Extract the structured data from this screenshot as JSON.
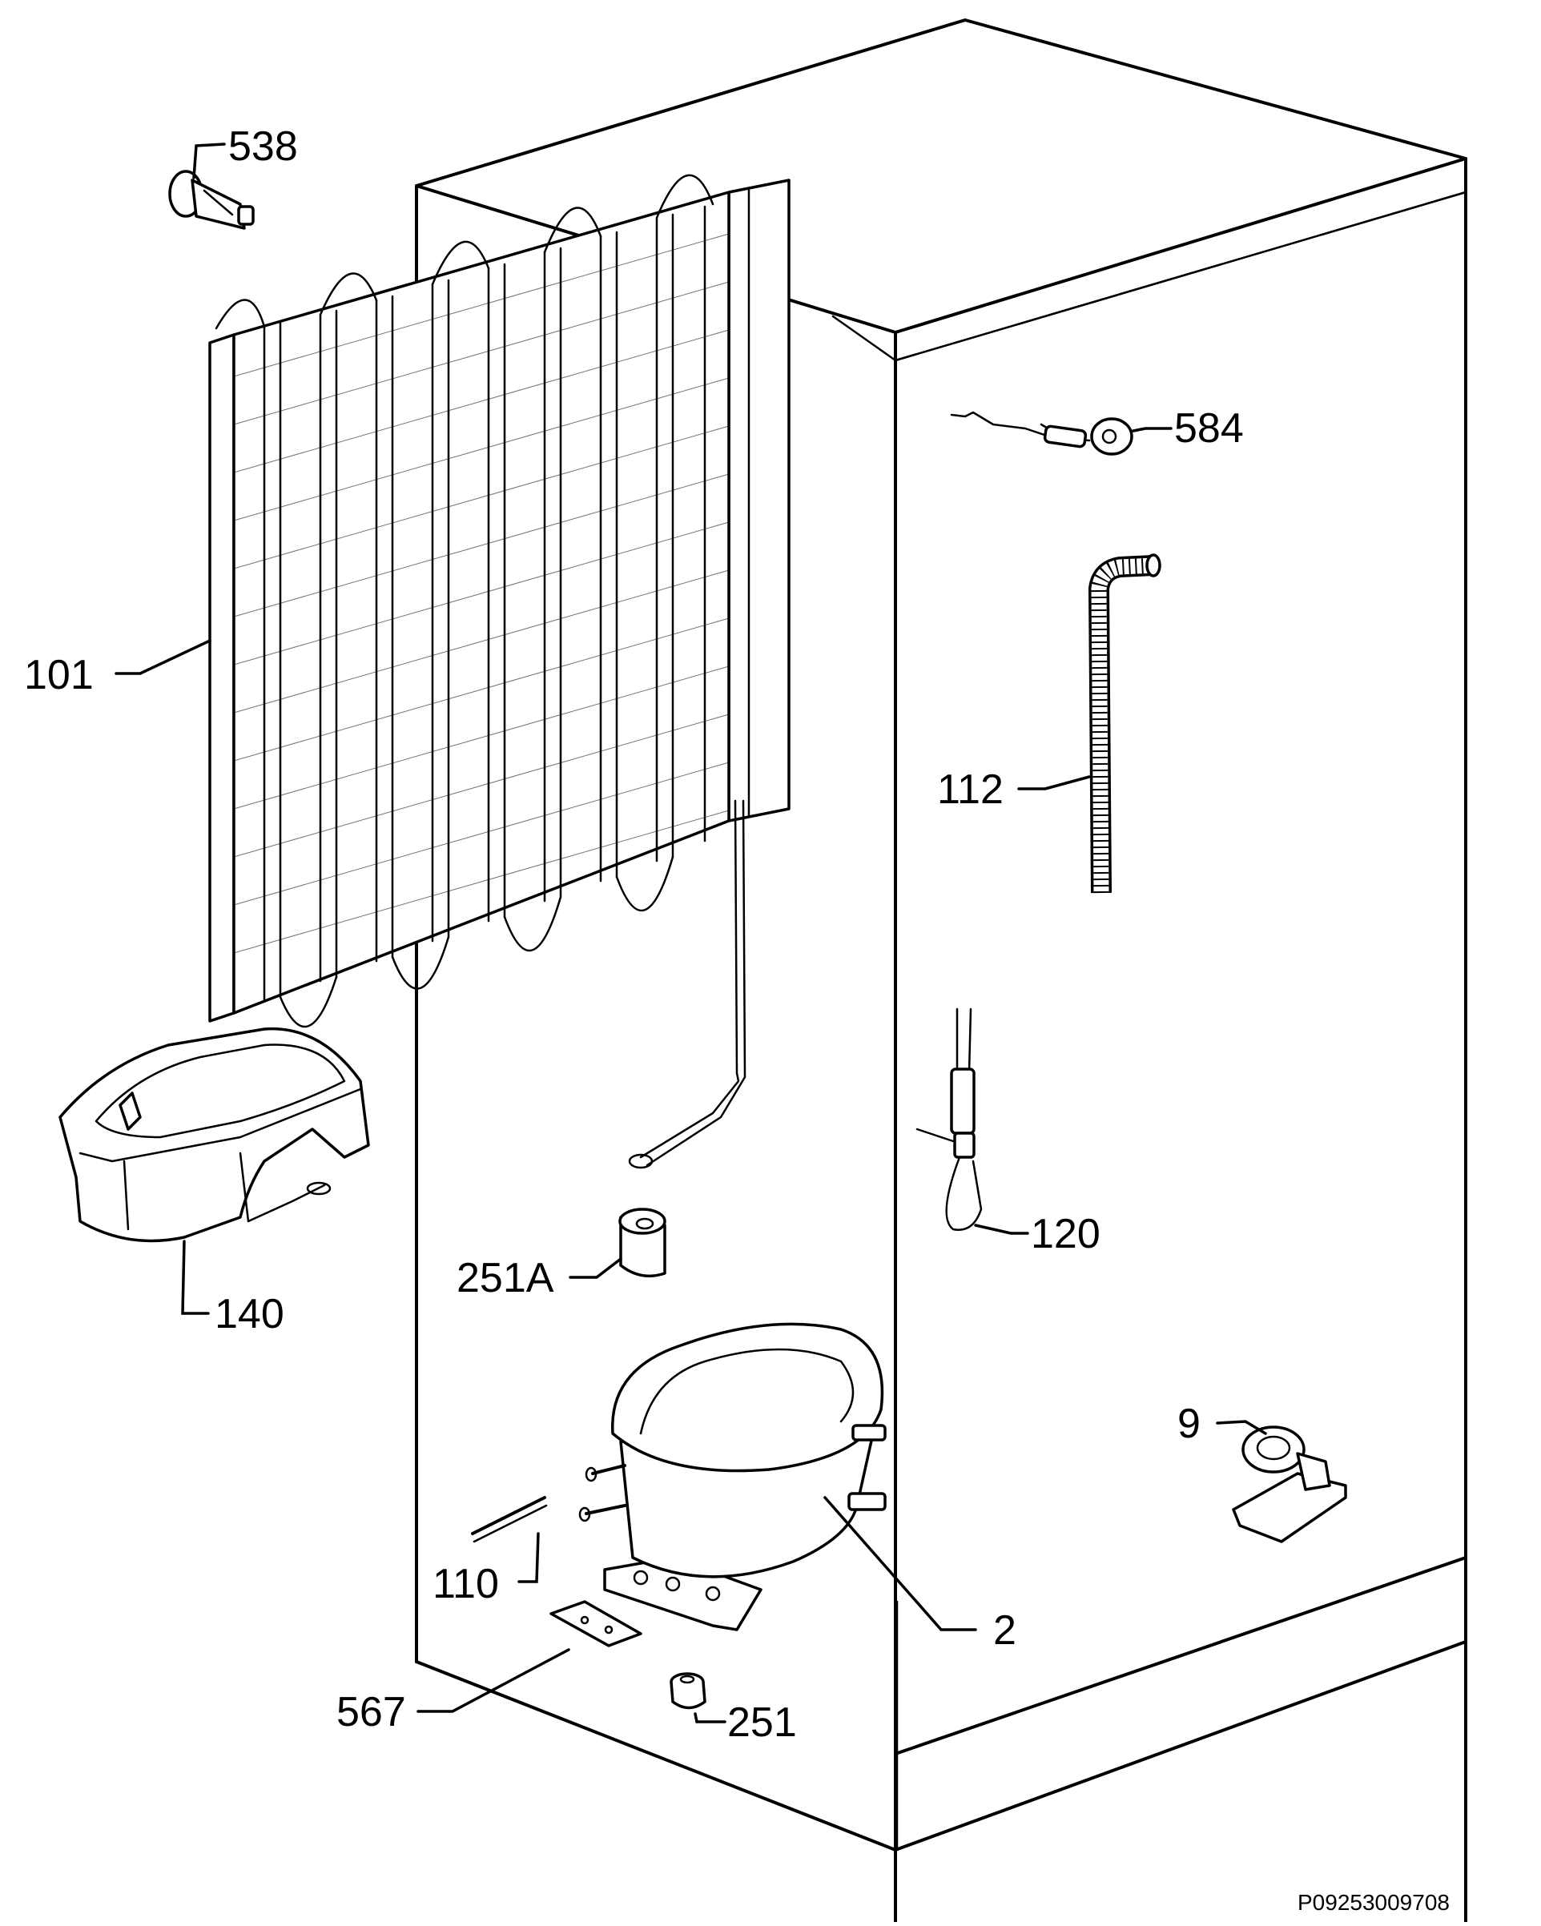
{
  "diagram": {
    "callouts": {
      "538": "538",
      "584": "584",
      "101": "101",
      "112": "112",
      "140": "140",
      "251A": "251A",
      "120": "120",
      "9": "9",
      "110": "110",
      "2": "2",
      "567": "567",
      "251": "251"
    },
    "drawing_code": "P09253009708"
  }
}
